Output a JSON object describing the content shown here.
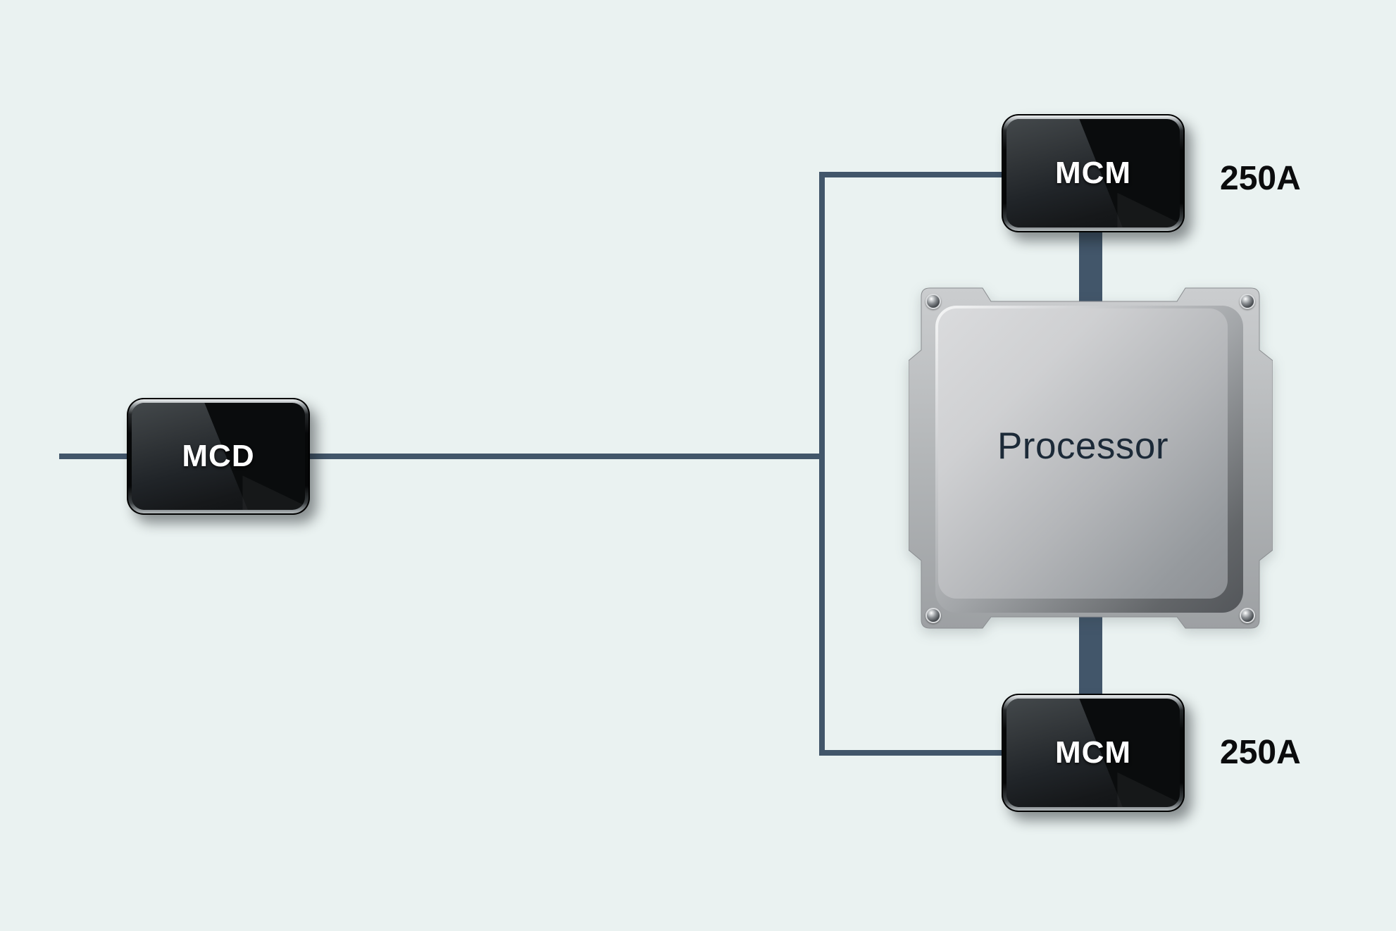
{
  "diagram": {
    "colors": {
      "background": "#eaf2f1",
      "bus_line": "#42566a",
      "thick_link": "#42566a",
      "chip_body": "#0a0c0d",
      "chip_text": "#ffffff",
      "processor_frame": "#b5b8ba",
      "processor_die": "#b9bbbe",
      "processor_text": "#1c2a38",
      "amp_text": "#0b0c0d"
    },
    "blocks": {
      "mcd": {
        "label": "MCD"
      },
      "mcm_top": {
        "label": "MCM",
        "rating": "250A"
      },
      "mcm_bottom": {
        "label": "MCM",
        "rating": "250A"
      },
      "processor": {
        "label": "Processor"
      }
    }
  }
}
